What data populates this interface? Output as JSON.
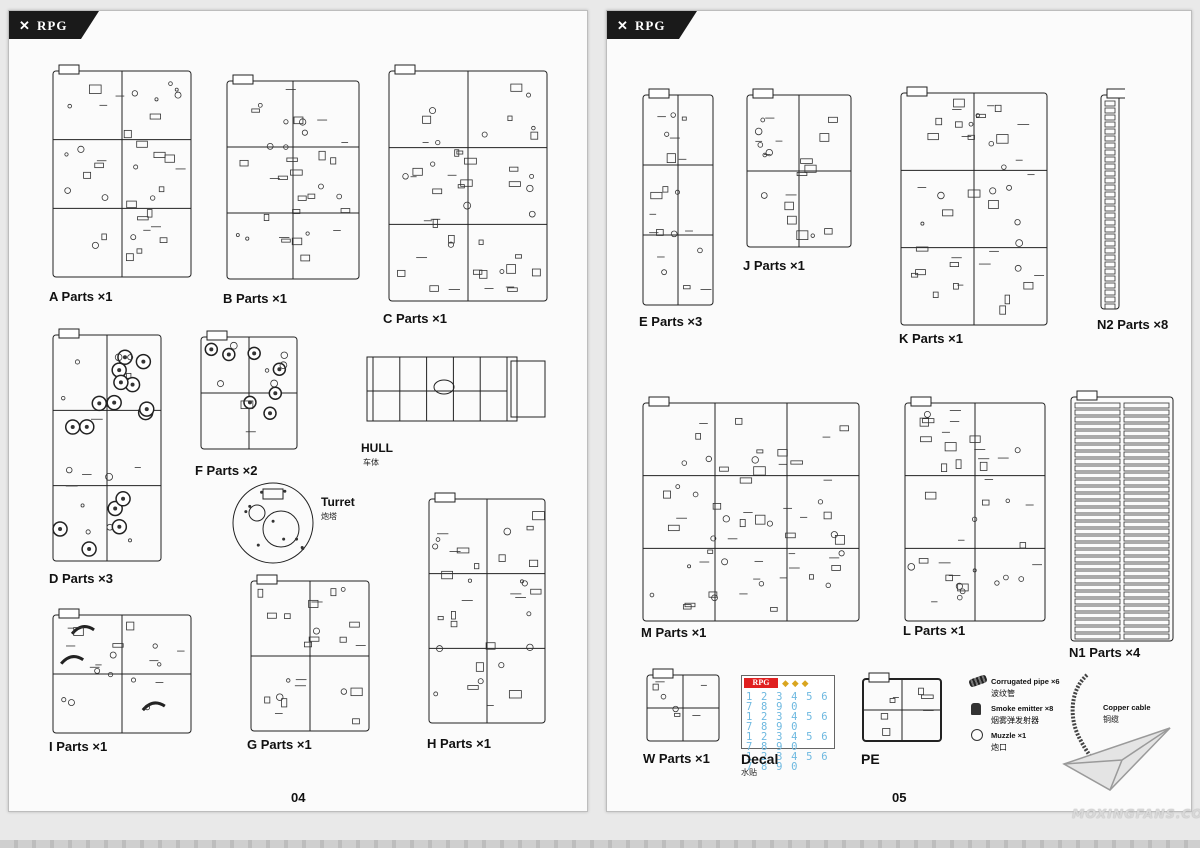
{
  "brand": {
    "logo_text": "RPG"
  },
  "left_page": {
    "page_number": "04",
    "sprues": [
      {
        "id": "A",
        "caption": "A Parts ×1"
      },
      {
        "id": "B",
        "caption": "B Parts ×1"
      },
      {
        "id": "C",
        "caption": "C Parts ×1"
      },
      {
        "id": "D",
        "caption": "D Parts ×3"
      },
      {
        "id": "F",
        "caption": "F Parts ×2"
      },
      {
        "id": "I",
        "caption": "I Parts ×1"
      },
      {
        "id": "G",
        "caption": "G Parts ×1"
      },
      {
        "id": "H",
        "caption": "H Parts ×1"
      }
    ],
    "hull": {
      "label": "HULL",
      "label_cn": "车体"
    },
    "turret": {
      "label": "Turret",
      "label_cn": "炮塔"
    }
  },
  "right_page": {
    "page_number": "05",
    "sprues": [
      {
        "id": "E",
        "caption": "E Parts ×3"
      },
      {
        "id": "J",
        "caption": "J Parts ×1"
      },
      {
        "id": "K",
        "caption": "K Parts ×1"
      },
      {
        "id": "N2",
        "caption": "N2 Parts ×8"
      },
      {
        "id": "M",
        "caption": "M Parts ×1"
      },
      {
        "id": "L",
        "caption": "L Parts ×1"
      },
      {
        "id": "N1",
        "caption": "N1 Parts ×4"
      },
      {
        "id": "W",
        "caption": "W Parts ×1"
      }
    ],
    "decal": {
      "label": "Decal",
      "label_cn": "水贴",
      "rows": [
        "1 2 3 4 5 6 7 8 9 0",
        "1 2 3 4 5 6 7 8 9 0",
        "1 2 3 4 5 6 7 8 9 0",
        "1 2 3 4 5 6 7 8 9 0"
      ]
    },
    "pe": {
      "label": "PE"
    },
    "accessories": [
      {
        "label": "Corrugated pipe ×6",
        "label_cn": "波纹管"
      },
      {
        "label": "Smoke emitter ×8",
        "label_cn": "烟雾弹发射器"
      },
      {
        "label": "Muzzle ×1",
        "label_cn": "炮口"
      }
    ],
    "copper_cable": {
      "label": "Copper cable",
      "label_cn": "铜缆"
    }
  },
  "watermark": {
    "text": "MOXINGFANS.COM"
  }
}
